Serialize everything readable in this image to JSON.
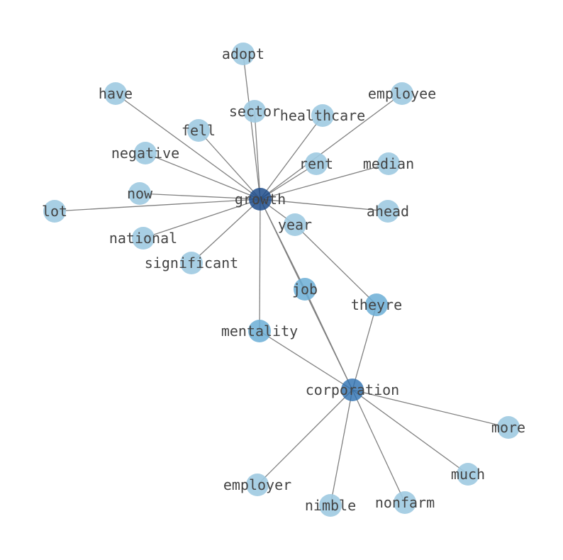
{
  "graph": {
    "colors": {
      "edge": "#808080",
      "label": "#444444",
      "node_light": "#9ecae1",
      "node_mid": "#6baed6",
      "node_dark": "#2c6fb0",
      "node_hub": "#1f4e8c"
    },
    "nodes": [
      {
        "id": "growth",
        "label": "growth",
        "tone": "hub"
      },
      {
        "id": "corporation",
        "label": "corporation",
        "tone": "dark"
      },
      {
        "id": "job",
        "label": "job",
        "tone": "mid"
      },
      {
        "id": "theyre",
        "label": "theyre",
        "tone": "mid"
      },
      {
        "id": "mentality",
        "label": "mentality",
        "tone": "mid"
      },
      {
        "id": "adopt",
        "label": "adopt",
        "tone": "light"
      },
      {
        "id": "have",
        "label": "have",
        "tone": "light"
      },
      {
        "id": "sector",
        "label": "sector",
        "tone": "light"
      },
      {
        "id": "healthcare",
        "label": "healthcare",
        "tone": "light"
      },
      {
        "id": "employee",
        "label": "employee",
        "tone": "light"
      },
      {
        "id": "fell",
        "label": "fell",
        "tone": "light"
      },
      {
        "id": "negative",
        "label": "negative",
        "tone": "light"
      },
      {
        "id": "rent",
        "label": "rent",
        "tone": "light"
      },
      {
        "id": "median",
        "label": "median",
        "tone": "light"
      },
      {
        "id": "now",
        "label": "now",
        "tone": "light"
      },
      {
        "id": "lot",
        "label": "lot",
        "tone": "light"
      },
      {
        "id": "ahead",
        "label": "ahead",
        "tone": "light"
      },
      {
        "id": "year",
        "label": "year",
        "tone": "light"
      },
      {
        "id": "national",
        "label": "national",
        "tone": "light"
      },
      {
        "id": "significant",
        "label": "significant",
        "tone": "light"
      },
      {
        "id": "more",
        "label": "more",
        "tone": "light"
      },
      {
        "id": "much",
        "label": "much",
        "tone": "light"
      },
      {
        "id": "employer",
        "label": "employer",
        "tone": "light"
      },
      {
        "id": "nimble",
        "label": "nimble",
        "tone": "light"
      },
      {
        "id": "nonfarm",
        "label": "nonfarm",
        "tone": "light"
      }
    ],
    "edges": [
      [
        "growth",
        "adopt"
      ],
      [
        "growth",
        "have"
      ],
      [
        "growth",
        "sector"
      ],
      [
        "growth",
        "healthcare"
      ],
      [
        "growth",
        "employee"
      ],
      [
        "growth",
        "fell"
      ],
      [
        "growth",
        "negative"
      ],
      [
        "growth",
        "rent"
      ],
      [
        "growth",
        "median"
      ],
      [
        "growth",
        "now"
      ],
      [
        "growth",
        "lot"
      ],
      [
        "growth",
        "ahead"
      ],
      [
        "growth",
        "year"
      ],
      [
        "growth",
        "national"
      ],
      [
        "growth",
        "significant"
      ],
      [
        "growth",
        "job"
      ],
      [
        "growth",
        "mentality"
      ],
      [
        "growth",
        "corporation"
      ],
      [
        "year",
        "theyre"
      ],
      [
        "corporation",
        "job"
      ],
      [
        "corporation",
        "theyre"
      ],
      [
        "corporation",
        "mentality"
      ],
      [
        "corporation",
        "more"
      ],
      [
        "corporation",
        "much"
      ],
      [
        "corporation",
        "employer"
      ],
      [
        "corporation",
        "nimble"
      ],
      [
        "corporation",
        "nonfarm"
      ]
    ]
  }
}
